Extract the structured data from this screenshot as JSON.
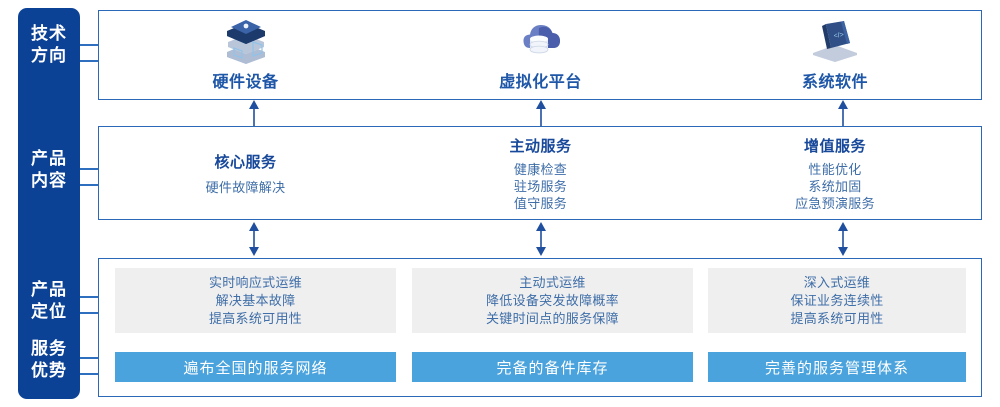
{
  "colors": {
    "rail_bg": "#0c4296",
    "box_border": "#2b68b8",
    "connector": "#2e6fc0",
    "heading_blue": "#17489a",
    "body_blue": "#3f6ea8",
    "grey_card": "#efefef",
    "advantage_blue": "#4ba3dd",
    "white": "#ffffff"
  },
  "rail": {
    "labels": [
      {
        "name": "tech-direction",
        "text": "技术\n方向"
      },
      {
        "name": "product-content",
        "text": "产品\n内容"
      },
      {
        "name": "product-positioning",
        "text": "产品\n定位"
      },
      {
        "name": "service-advantage",
        "text": "服务\n优势"
      }
    ]
  },
  "tech_row": {
    "columns": [
      {
        "icon": "server-stack-icon",
        "label": "硬件设备"
      },
      {
        "icon": "cloud-database-icon",
        "label": "虚拟化平台"
      },
      {
        "icon": "laptop-code-icon",
        "label": "系统软件"
      }
    ]
  },
  "content_row": {
    "columns": [
      {
        "title": "核心服务",
        "items": [
          "硬件故障解决"
        ]
      },
      {
        "title": "主动服务",
        "items": [
          "健康检查",
          "驻场服务",
          "值守服务"
        ]
      },
      {
        "title": "增值服务",
        "items": [
          "性能优化",
          "系统加固",
          "应急预演服务"
        ]
      }
    ]
  },
  "positioning_row": {
    "cards": [
      {
        "lines": [
          "实时响应式运维",
          "解决基本故障",
          "提高系统可用性"
        ]
      },
      {
        "lines": [
          "主动式运维",
          "降低设备突发故障概率",
          "关键时间点的服务保障"
        ]
      },
      {
        "lines": [
          "深入式运维",
          "保证业务连续性",
          "提高系统可用性"
        ]
      }
    ]
  },
  "advantage_row": {
    "cards": [
      {
        "text": "遍布全国的服务网络"
      },
      {
        "text": "完备的备件库存"
      },
      {
        "text": "完善的服务管理体系"
      }
    ]
  },
  "arrows": {
    "up": [
      {
        "name": "arrow-up-hardware"
      },
      {
        "name": "arrow-up-virtualization"
      },
      {
        "name": "arrow-up-software"
      }
    ],
    "double": [
      {
        "name": "arrow-double-core"
      },
      {
        "name": "arrow-double-active"
      },
      {
        "name": "arrow-double-value"
      }
    ]
  }
}
